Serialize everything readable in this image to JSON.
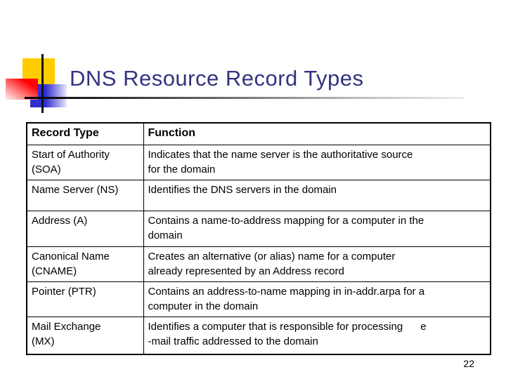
{
  "slide": {
    "title": "DNS Resource Record Types",
    "page_number": "22"
  },
  "table": {
    "headers": [
      "Record Type",
      "Function"
    ],
    "rows": [
      {
        "type_lines": [
          "Start of Authority",
          "(SOA)"
        ],
        "function_lines": [
          "Indicates that the name server is the authoritative source",
          "for the domain"
        ]
      },
      {
        "type_lines": [
          "Name Server (NS)",
          ""
        ],
        "function_lines": [
          "Identifies the DNS servers in the domain",
          ""
        ]
      },
      {
        "type_lines": [
          "Address (A)",
          ""
        ],
        "function_lines": [
          "Contains a name-to-address mapping for a computer in the",
          "domain"
        ]
      },
      {
        "type_lines": [
          "Canonical Name",
          "(CNAME)"
        ],
        "function_lines": [
          "Creates an alternative (or alias) name for a computer",
          "already represented by an Address record"
        ]
      },
      {
        "type_lines": [
          "Pointer (PTR)",
          ""
        ],
        "function_lines": [
          "Contains an address-to-name mapping in in-addr.arpa for a",
          "computer in the domain"
        ]
      },
      {
        "type_lines": [
          "Mail Exchange",
          "(MX)"
        ],
        "function_lines": [
          "Identifies a computer that is responsible for processing      e",
          "-mail traffic addressed to the domain"
        ]
      }
    ]
  },
  "decorations": {
    "colors": {
      "title_text": "#333380",
      "accent_yellow": "#FFCC00",
      "accent_red": "#FF0000",
      "accent_blue": "#2F2FD0",
      "rule_gradient_start": "#000000",
      "rule_gradient_end": "#EEEEEE"
    }
  }
}
